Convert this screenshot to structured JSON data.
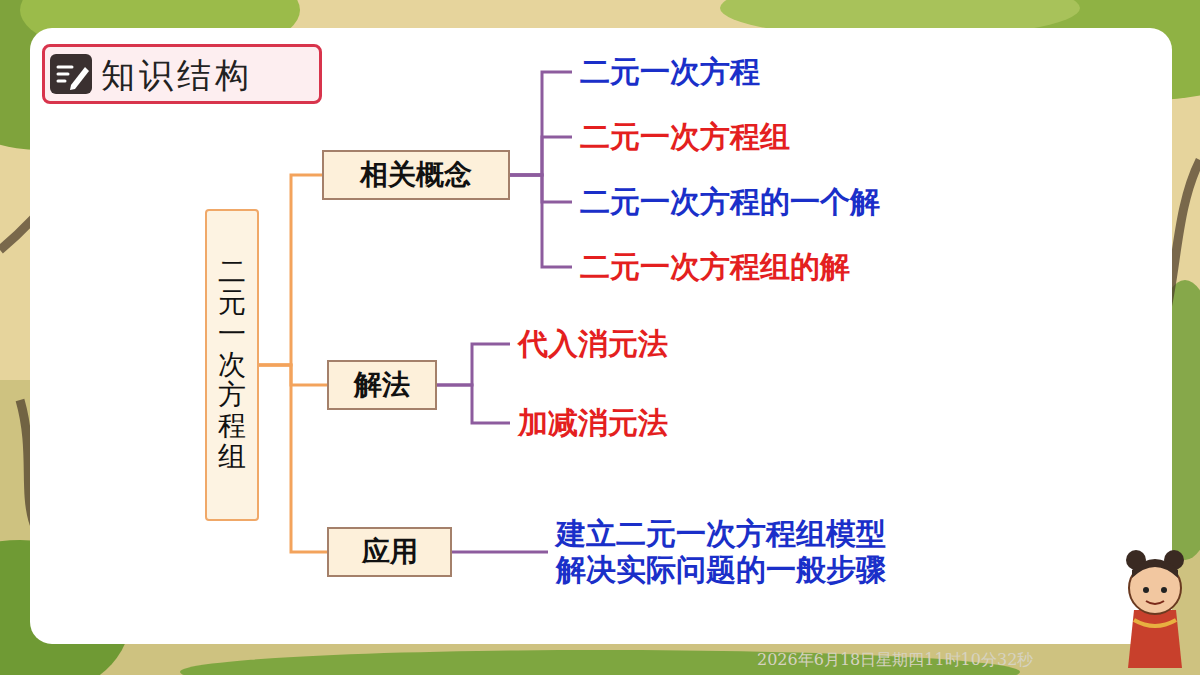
{
  "diagram": {
    "title": "知识结构",
    "nodes": [
      {
        "text": [
          "二元一次方程组"
        ]
      },
      {
        "text": [
          "相关概念"
        ]
      },
      {
        "text": [
          "二元一次方程"
        ]
      },
      {
        "text": [
          "二元一次方程组"
        ]
      },
      {
        "text": [
          "二元一次方程的一个解"
        ]
      },
      {
        "text": [
          "二元一次方程组的解"
        ]
      },
      {
        "text": [
          "解法"
        ]
      },
      {
        "text": [
          "代入消元法"
        ]
      },
      {
        "text": [
          "加减消元法"
        ]
      },
      {
        "text": [
          "应用"
        ]
      },
      {
        "text": [
          "建立二元一次方程组模型解决实际问题的一般步骤"
        ]
      }
    ],
    "edges": [
      {
        "from": 0,
        "to": 1,
        "arrow": "none"
      },
      {
        "from": 0,
        "to": 6,
        "arrow": "none"
      },
      {
        "from": 0,
        "to": 9,
        "arrow": "none"
      },
      {
        "from": 1,
        "to": 2,
        "arrow": "none"
      },
      {
        "from": 1,
        "to": 3,
        "arrow": "none"
      },
      {
        "from": 1,
        "to": 4,
        "arrow": "none"
      },
      {
        "from": 1,
        "to": 5,
        "arrow": "none"
      },
      {
        "from": 6,
        "to": 7,
        "arrow": "none"
      },
      {
        "from": 6,
        "to": 8,
        "arrow": "none"
      },
      {
        "from": 9,
        "to": 10,
        "arrow": "none"
      }
    ],
    "labels": [
      "2026年6月18日星期四11时10分32秒"
    ]
  }
}
